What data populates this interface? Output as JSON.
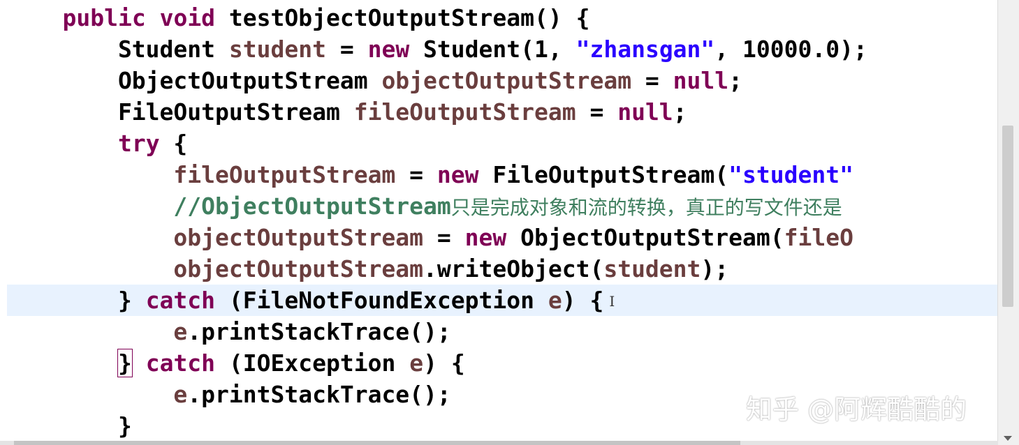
{
  "editor": {
    "language": "java",
    "lines": [
      {
        "tokens": [
          [
            "",
            "    "
          ],
          [
            "kw",
            "public"
          ],
          [
            "",
            " "
          ],
          [
            "kw",
            "void"
          ],
          [
            "",
            " testObjectOutputStream() {"
          ]
        ]
      },
      {
        "tokens": [
          [
            "",
            "        Student "
          ],
          [
            "var",
            "student"
          ],
          [
            "",
            " = "
          ],
          [
            "kw",
            "new"
          ],
          [
            "",
            " Student(1, "
          ],
          [
            "str",
            "\"zhansgan\""
          ],
          [
            "",
            ", 10000.0);"
          ]
        ]
      },
      {
        "tokens": [
          [
            "",
            "        ObjectOutputStream "
          ],
          [
            "var",
            "objectOutputStream"
          ],
          [
            "",
            " = "
          ],
          [
            "kw",
            "null"
          ],
          [
            "",
            ";"
          ]
        ]
      },
      {
        "tokens": [
          [
            "",
            "        FileOutputStream "
          ],
          [
            "var",
            "fileOutputStream"
          ],
          [
            "",
            " = "
          ],
          [
            "kw",
            "null"
          ],
          [
            "",
            ";"
          ]
        ]
      },
      {
        "tokens": [
          [
            "",
            "        "
          ],
          [
            "kw",
            "try"
          ],
          [
            "",
            " {"
          ]
        ]
      },
      {
        "tokens": [
          [
            "",
            "            "
          ],
          [
            "var",
            "fileOutputStream"
          ],
          [
            "",
            " = "
          ],
          [
            "kw",
            "new"
          ],
          [
            "",
            " FileOutputStream("
          ],
          [
            "str",
            "\"student\""
          ]
        ]
      },
      {
        "tokens": [
          [
            "",
            "            "
          ],
          [
            "cmt",
            "//ObjectOutputStream"
          ],
          [
            "cmt-cjk",
            "只是完成对象和流的转换，真正的写文件还是"
          ]
        ]
      },
      {
        "tokens": [
          [
            "",
            "            "
          ],
          [
            "var",
            "objectOutputStream"
          ],
          [
            "",
            " = "
          ],
          [
            "kw",
            "new"
          ],
          [
            "",
            " ObjectOutputStream("
          ],
          [
            "var",
            "fileO"
          ]
        ]
      },
      {
        "tokens": [
          [
            "",
            "            "
          ],
          [
            "var",
            "objectOutputStream"
          ],
          [
            "",
            ".writeObject("
          ],
          [
            "var",
            "student"
          ],
          [
            "",
            ");"
          ]
        ]
      },
      {
        "current": true,
        "cursor": "I",
        "tokens": [
          [
            "",
            "        } "
          ],
          [
            "kw",
            "catch"
          ],
          [
            "",
            " (FileNotFoundException "
          ],
          [
            "var",
            "e"
          ],
          [
            "",
            ") {"
          ]
        ]
      },
      {
        "tokens": [
          [
            "",
            "            "
          ],
          [
            "var",
            "e"
          ],
          [
            "",
            ".printStackTrace();"
          ]
        ]
      },
      {
        "tokens": [
          [
            "",
            "        "
          ],
          [
            "box",
            "}"
          ],
          [
            "",
            " "
          ],
          [
            "kw",
            "catch"
          ],
          [
            "",
            " (IOException "
          ],
          [
            "var",
            "e"
          ],
          [
            "",
            ") {"
          ]
        ]
      },
      {
        "tokens": [
          [
            "",
            "            "
          ],
          [
            "var",
            "e"
          ],
          [
            "",
            ".printStackTrace();"
          ]
        ]
      },
      {
        "tokens": [
          [
            "",
            "        }"
          ]
        ]
      }
    ]
  },
  "watermark": {
    "text": "知乎 @阿辉酷酷的"
  },
  "colors": {
    "keyword": "#7f0055",
    "variable": "#6a3e3e",
    "string": "#2a00ff",
    "comment": "#3f7f5f",
    "current_line": "#e8f2fe"
  }
}
